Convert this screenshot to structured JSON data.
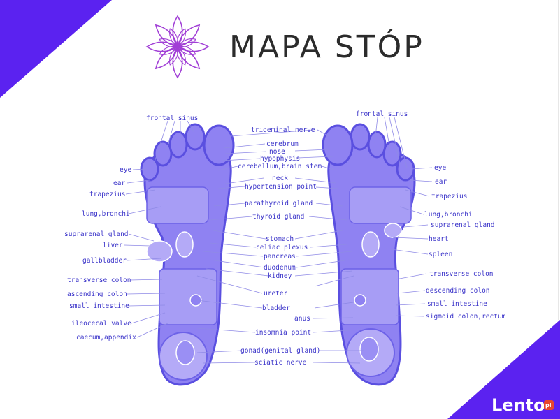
{
  "title": "MAPA STÓP",
  "brand": {
    "name": "Lento",
    "suffix": "pl"
  },
  "colors": {
    "corner_purple": "#5b22f0",
    "foot_fill": "#8f82f2",
    "foot_outline": "#5a4fe0",
    "label_text": "#3a33c9",
    "lotus": "#a13fd6",
    "brand_badge": "#e8472c"
  },
  "labels": {
    "left": {
      "frontal_sinus": "frontal sinus",
      "eye": "eye",
      "ear": "ear",
      "trapezius": "trapezius",
      "lung_bronchi": "lung,bronchi",
      "suprarenal_gland": "suprarenal gland",
      "liver": "liver",
      "gallbladder": "gallbladder",
      "transverse_colon": "transverse colon",
      "ascending_colon": "ascending colon",
      "small_intestine": "small intestine",
      "ileocecal_valve": "ileocecal valve",
      "caecum_appendix": "caecum,appendix"
    },
    "center": {
      "trigeminal_nerve": "trigeminal nerve",
      "cerebrum": "cerebrum",
      "nose": "nose",
      "hypophysis": "hypophysis",
      "cerebellum_brain_stem": "cerebellum,brain stem",
      "neck": "neck",
      "hypertension_point": "hypertension point",
      "parathyroid_gland": "parathyroid gland",
      "thyroid_gland": "thyroid gland",
      "stomach": "stomach",
      "celiac_plexus": "celiac plexus",
      "pancreas": "pancreas",
      "duodenum": "duodenum",
      "kidney": "kidney",
      "ureter": "ureter",
      "bladder": "bladder",
      "anus": "anus",
      "insomnia_point": "insomnia point",
      "gonad": "gonad(genital gland)",
      "sciatic_nerve": "sciatic nerve"
    },
    "right": {
      "frontal_sinus": "frontal sinus",
      "eye": "eye",
      "ear": "ear",
      "trapezius": "trapezius",
      "lung_bronchi": "lung,bronchi",
      "suprarenal_gland": "suprarenal gland",
      "heart": "heart",
      "spleen": "spleen",
      "transverse_colon": "transverse colon",
      "descending_colon": "descending colon",
      "small_intestine": "small intestine",
      "sigmoid_colon_rectum": "sigmoid colon,rectum"
    }
  }
}
